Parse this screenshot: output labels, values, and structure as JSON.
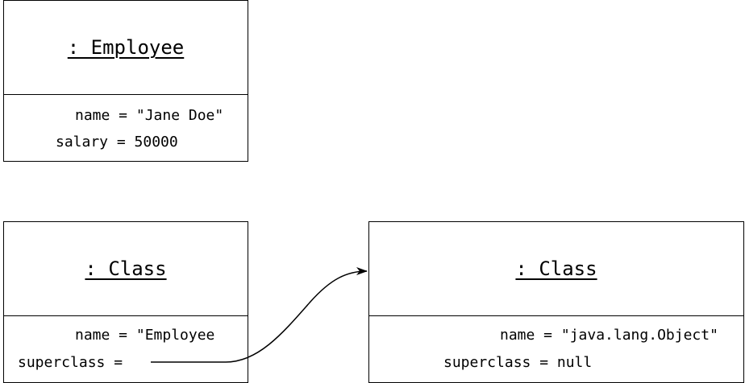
{
  "objects": [
    {
      "title": ": Employee",
      "attributes": [
        {
          "text": "name = \"Jane Doe\""
        },
        {
          "text": "salary = 50000"
        }
      ]
    },
    {
      "title": ": Class",
      "attributes": [
        {
          "text": "name = \"Employee"
        },
        {
          "text": "superclass ="
        }
      ]
    },
    {
      "title": ": Class",
      "attributes": [
        {
          "text": "name = \"java.lang.Object\""
        },
        {
          "text": "superclass = null"
        }
      ]
    }
  ],
  "links": [
    {
      "from": "superclass",
      "to": "java.lang.Object class",
      "arrowhead": "filled"
    }
  ],
  "colors": {
    "line": "#000000",
    "background": "#ffffff"
  }
}
